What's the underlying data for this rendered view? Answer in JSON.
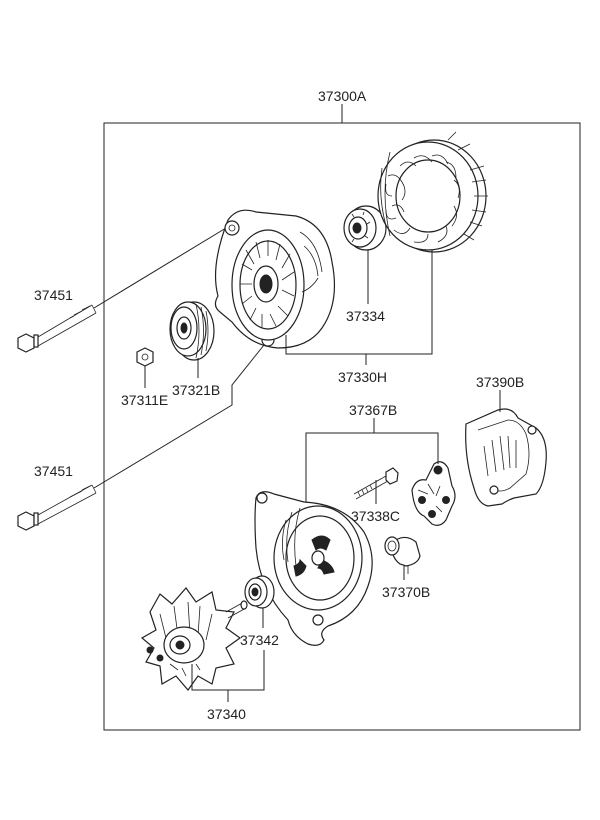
{
  "labels": {
    "assembly": "37300A",
    "bolt_top": "37451",
    "bolt_bottom": "37451",
    "bearing_front": "37334",
    "front_bracket_group": "37330H",
    "pulley": "37321B",
    "nut": "37311E",
    "rear_cover": "37390B",
    "rear_bracket_group": "37367B",
    "through_bolt": "37338C",
    "brush_holder": "37370B",
    "bearing_rear": "37342",
    "rotor": "37340"
  }
}
